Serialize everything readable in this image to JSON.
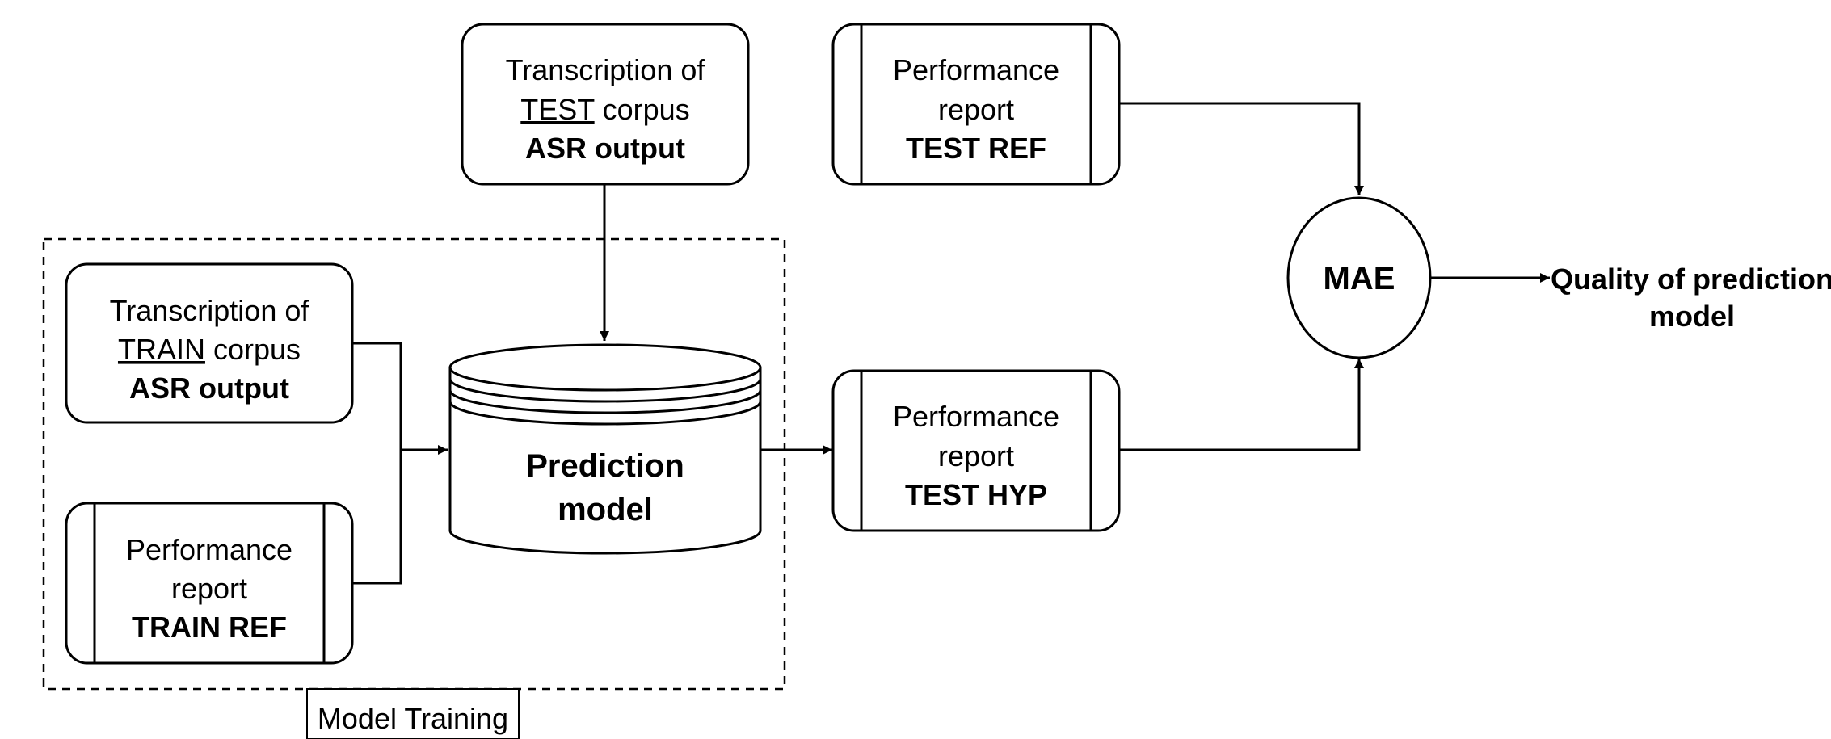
{
  "nodes": {
    "test_asr": {
      "line1": "Transcription of",
      "underlined": "TEST",
      "line2_rest": " corpus",
      "line3": "ASR output"
    },
    "train_asr": {
      "line1": "Transcription of",
      "underlined": "TRAIN",
      "line2_rest": " corpus",
      "line3": "ASR output"
    },
    "train_ref": {
      "line1": "Performance",
      "line2": "report",
      "line3": "TRAIN REF"
    },
    "test_ref": {
      "line1": "Performance",
      "line2": "report",
      "line3": "TEST REF"
    },
    "test_hyp": {
      "line1": "Performance",
      "line2": "report",
      "line3": "TEST HYP"
    },
    "prediction_model": {
      "line1": "Prediction",
      "line2": "model"
    },
    "mae": {
      "label": "MAE"
    },
    "output": {
      "line1": "Quality of prediction",
      "line2": "model"
    }
  },
  "group": {
    "label": "Model Training"
  },
  "colors": {
    "stroke": "#000000",
    "background": "#ffffff"
  }
}
